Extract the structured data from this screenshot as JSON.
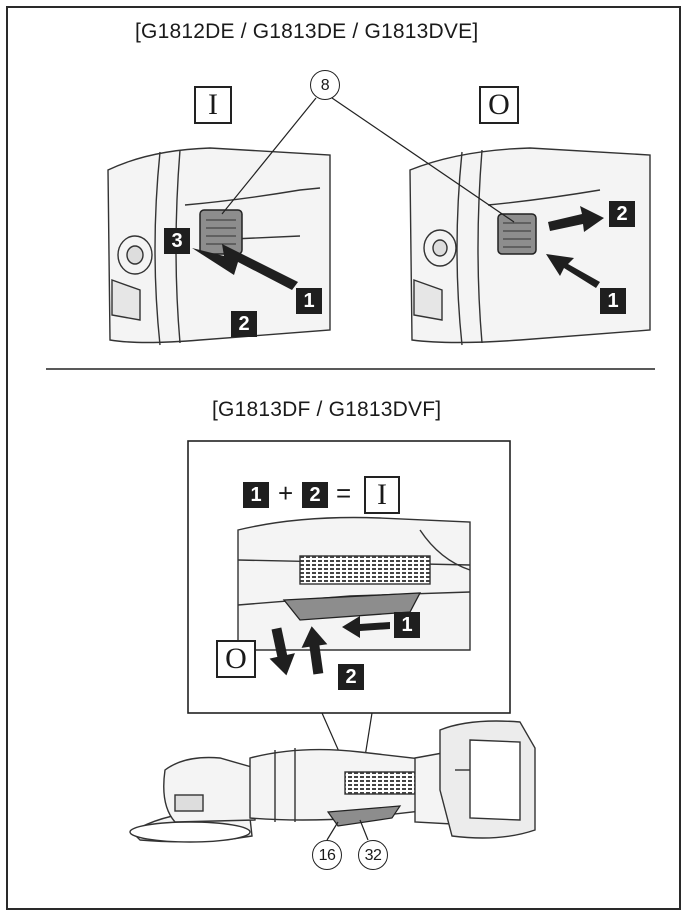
{
  "top_section": {
    "heading": "[G1812DE / G1813DE / G1813DVE]",
    "on_symbol": "I",
    "off_symbol": "O",
    "callout": "8",
    "left_steps": [
      "3",
      "1",
      "2"
    ],
    "right_steps": [
      "2",
      "1"
    ]
  },
  "bottom_section": {
    "heading": "[G1813DF / G1813DVF]",
    "equation": {
      "a": "1",
      "plus": "+",
      "b": "2",
      "equals": "=",
      "result": "I"
    },
    "off_symbol": "O",
    "steps": [
      "1",
      "2"
    ],
    "callouts": [
      "16",
      "32"
    ]
  },
  "colors": {
    "ink": "#1a1a1a",
    "line": "#2a2a2a",
    "tool_fill": "#f2f2f2",
    "switch_fill": "#9a9a9a"
  }
}
